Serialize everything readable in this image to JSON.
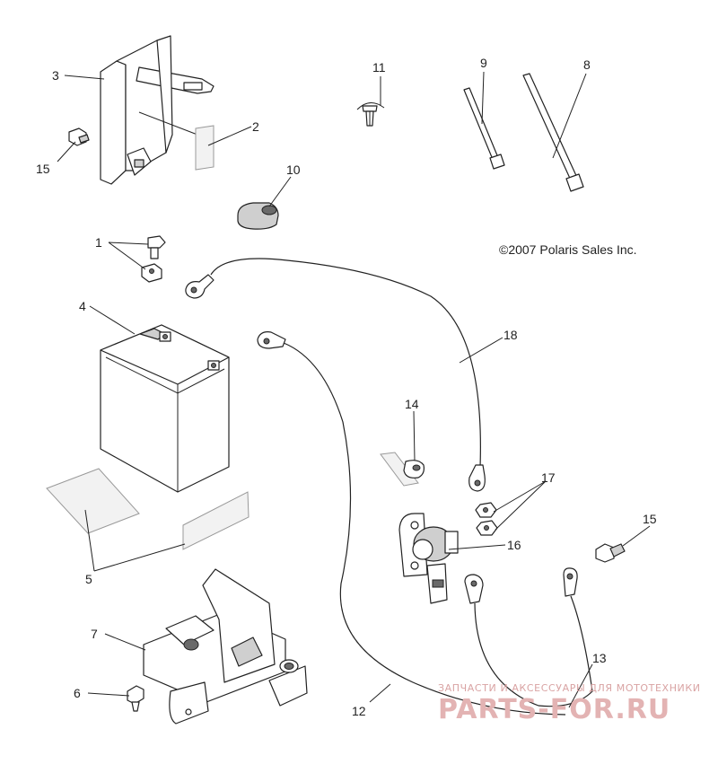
{
  "copyright": "©2007 Polaris Sales Inc.",
  "callouts": {
    "c1": "1",
    "c2": "2",
    "c3": "3",
    "c4": "4",
    "c5": "5",
    "c6": "6",
    "c7": "7",
    "c8": "8",
    "c9": "9",
    "c10": "10",
    "c11": "11",
    "c12": "12",
    "c13": "13",
    "c14": "14",
    "c15a": "15",
    "c15b": "15",
    "c16": "16",
    "c17": "17",
    "c18": "18"
  },
  "watermark": {
    "top": "ЗАПЧАСТИ И АКСЕССУАРЫ ДЛЯ МОТОТЕХНИКИ",
    "brand": "PARTS-FOR.RU"
  },
  "colors": {
    "line": "#222222",
    "watermark": "#e3b3b3"
  }
}
